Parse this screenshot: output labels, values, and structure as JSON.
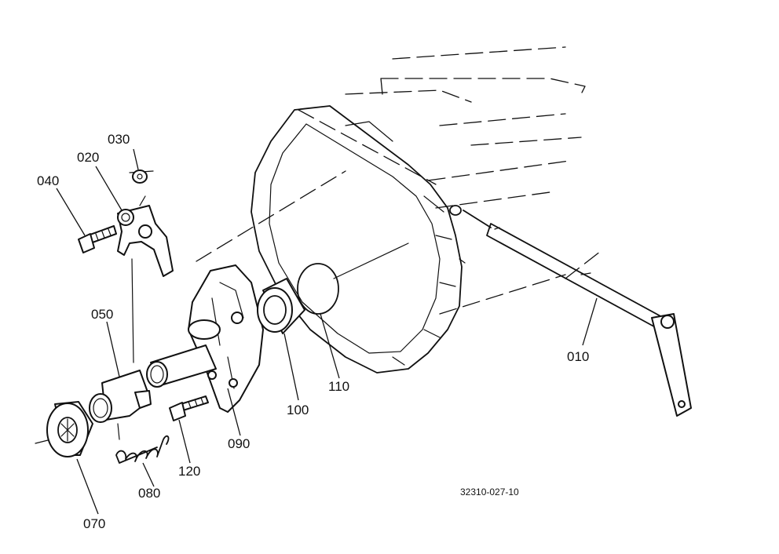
{
  "parts": [
    {
      "id": "010"
    },
    {
      "id": "020"
    },
    {
      "id": "030"
    },
    {
      "id": "040"
    },
    {
      "id": "050"
    },
    {
      "id": "070"
    },
    {
      "id": "080"
    },
    {
      "id": "090"
    },
    {
      "id": "100"
    },
    {
      "id": "110"
    },
    {
      "id": "120"
    }
  ],
  "reference_code": "32310-027-10"
}
